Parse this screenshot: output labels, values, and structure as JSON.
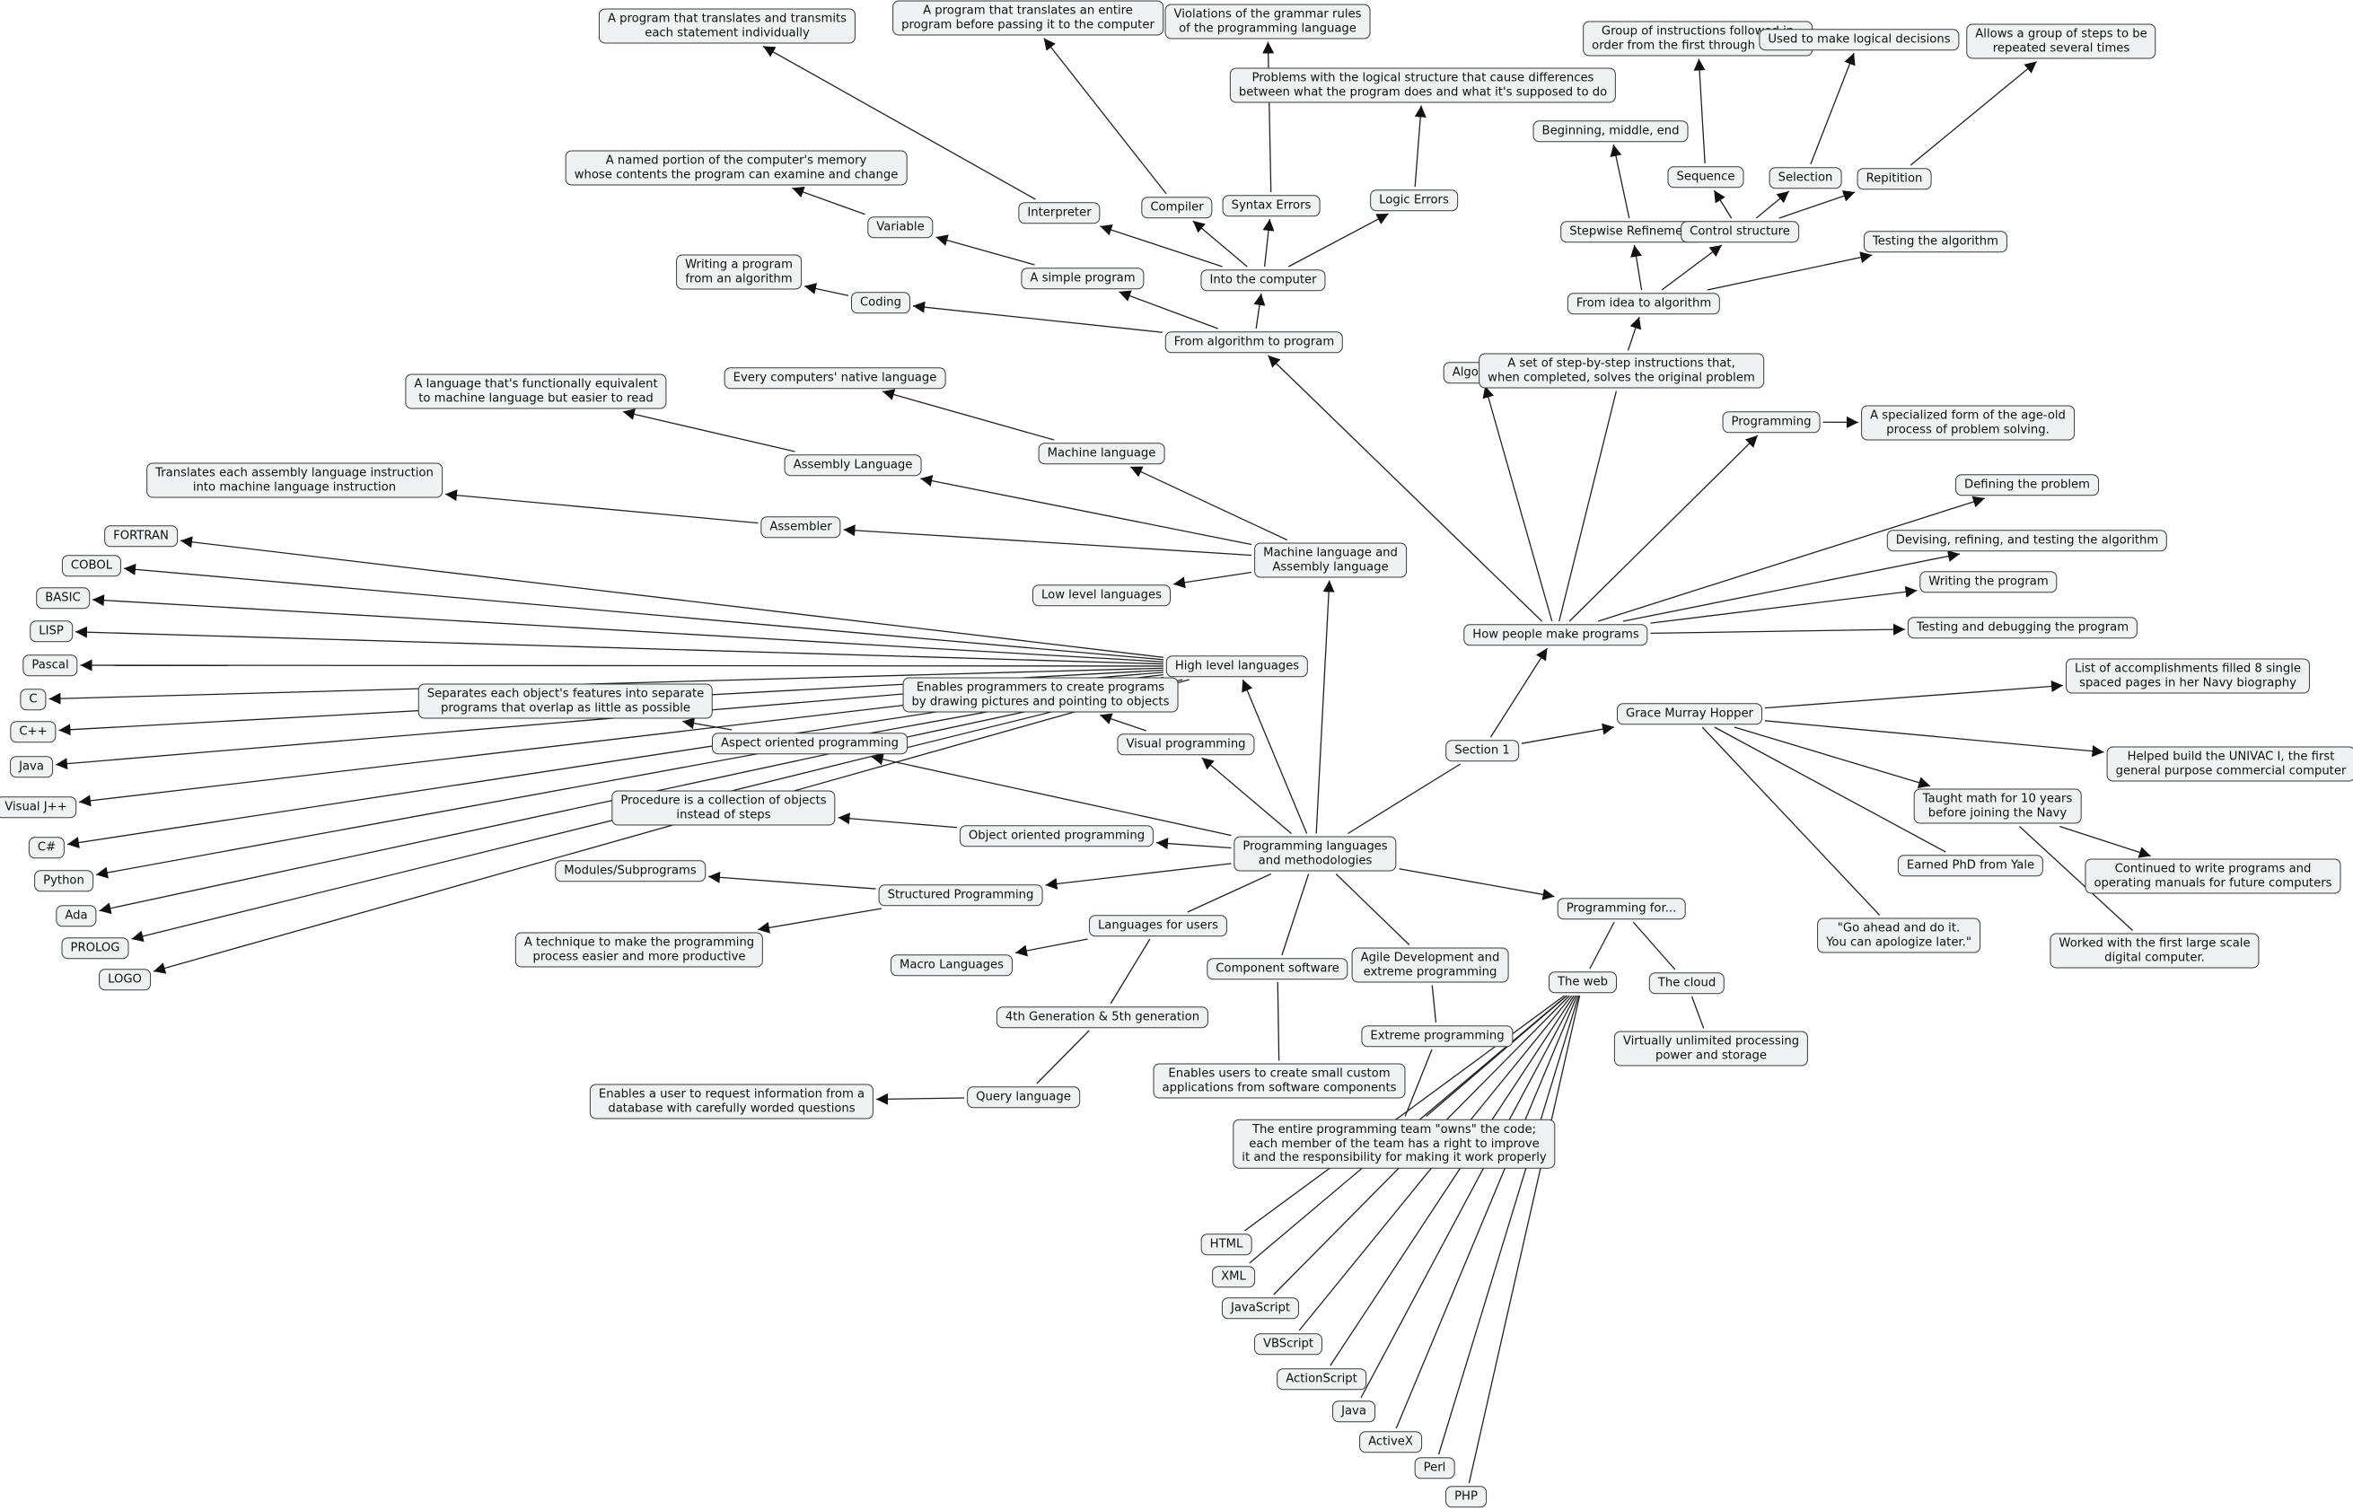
{
  "nodes": [
    {
      "id": "center",
      "text": "Programming languages\nand methodologies"
    },
    {
      "id": "section1",
      "text": "Section 1"
    },
    {
      "id": "how",
      "text": "How people make programs"
    },
    {
      "id": "algorithm",
      "text": "Algorithm"
    },
    {
      "id": "algdef",
      "text": "A set of step-by-step instructions that,\nwhen completed, solves the original problem"
    },
    {
      "id": "programming",
      "text": "Programming"
    },
    {
      "id": "progdef",
      "text": "A specialized form of the age-old\nprocess of problem solving."
    },
    {
      "id": "defining",
      "text": "Defining the problem"
    },
    {
      "id": "devising",
      "text": "Devising, refining, and testing the algorithm"
    },
    {
      "id": "writing",
      "text": "Writing the program"
    },
    {
      "id": "testdebug",
      "text": "Testing and debugging the program"
    },
    {
      "id": "idea",
      "text": "From idea to algorithm"
    },
    {
      "id": "stepwise",
      "text": "Stepwise Refinement"
    },
    {
      "id": "bme",
      "text": "Beginning, middle, end"
    },
    {
      "id": "control",
      "text": "Control structure"
    },
    {
      "id": "sequence",
      "text": "Sequence"
    },
    {
      "id": "seqdef",
      "text": "Group of instructions followed in\norder from the first through the last"
    },
    {
      "id": "selection",
      "text": "Selection"
    },
    {
      "id": "seldef",
      "text": "Used to make logical decisions"
    },
    {
      "id": "repetition",
      "text": "Repitition"
    },
    {
      "id": "repdef",
      "text": "Allows a group of steps to be\nrepeated several times"
    },
    {
      "id": "testalg",
      "text": "Testing the algorithm"
    },
    {
      "id": "fromalg",
      "text": "From algorithm to program"
    },
    {
      "id": "coding",
      "text": "Coding"
    },
    {
      "id": "codingdef",
      "text": "Writing a program\nfrom an algorithm"
    },
    {
      "id": "simple",
      "text": "A simple program"
    },
    {
      "id": "variable",
      "text": "Variable"
    },
    {
      "id": "vardef",
      "text": "A named portion of the computer's memory\nwhose contents the program can examine and change"
    },
    {
      "id": "into",
      "text": "Into the computer"
    },
    {
      "id": "interpreter",
      "text": "Interpreter"
    },
    {
      "id": "interpdef",
      "text": "A program that translates and transmits\neach statement individually"
    },
    {
      "id": "compiler",
      "text": "Compiler"
    },
    {
      "id": "compdef",
      "text": "A program that translates an entire\nprogram before passing it to the computer"
    },
    {
      "id": "syntax",
      "text": "Syntax Errors"
    },
    {
      "id": "syndef",
      "text": "Violations of the grammar rules\nof the programming language"
    },
    {
      "id": "logic",
      "text": "Logic Errors"
    },
    {
      "id": "logicdef",
      "text": "Problems with the logical structure that cause differences\nbetween what the program does and what it's supposed to do"
    },
    {
      "id": "mlal",
      "text": "Machine language and\nAssembly language"
    },
    {
      "id": "machine",
      "text": "Machine language"
    },
    {
      "id": "machdef",
      "text": "Every computers' native language"
    },
    {
      "id": "assembly",
      "text": "Assembly Language"
    },
    {
      "id": "asmdef",
      "text": "A language that's functionally equivalent\nto machine language but easier to read"
    },
    {
      "id": "assembler",
      "text": "Assembler"
    },
    {
      "id": "assemdef",
      "text": "Translates each assembly language instruction\ninto machine language instruction"
    },
    {
      "id": "lowlevel",
      "text": "Low level languages"
    },
    {
      "id": "highlevel",
      "text": "High level languages"
    },
    {
      "id": "fortran",
      "text": "FORTRAN"
    },
    {
      "id": "cobol",
      "text": "COBOL"
    },
    {
      "id": "basic",
      "text": "BASIC"
    },
    {
      "id": "lisp",
      "text": "LISP"
    },
    {
      "id": "pascal",
      "text": "Pascal"
    },
    {
      "id": "c",
      "text": "C"
    },
    {
      "id": "cpp",
      "text": "C++"
    },
    {
      "id": "java1",
      "text": "Java"
    },
    {
      "id": "vjpp",
      "text": "Visual J++"
    },
    {
      "id": "csharp",
      "text": "C#"
    },
    {
      "id": "python",
      "text": "Python"
    },
    {
      "id": "ada",
      "text": "Ada"
    },
    {
      "id": "prolog",
      "text": "PROLOG"
    },
    {
      "id": "logo",
      "text": "LOGO"
    },
    {
      "id": "separates",
      "text": "Separates each object's features into separate\nprograms that overlap as little as possible"
    },
    {
      "id": "enables",
      "text": "Enables programmers to create programs\nby drawing pictures and pointing to objects"
    },
    {
      "id": "aspect",
      "text": "Aspect oriented programming"
    },
    {
      "id": "visual",
      "text": "Visual programming"
    },
    {
      "id": "procedure",
      "text": "Procedure is a collection of objects\ninstead of steps"
    },
    {
      "id": "oop",
      "text": "Object oriented programming"
    },
    {
      "id": "modules",
      "text": "Modules/Subprograms"
    },
    {
      "id": "structured",
      "text": "Structured Programming"
    },
    {
      "id": "technique",
      "text": "A technique to make the programming\nprocess easier and more productive"
    },
    {
      "id": "langusers",
      "text": "Languages for users"
    },
    {
      "id": "macro",
      "text": "Macro Languages"
    },
    {
      "id": "gen45",
      "text": "4th Generation & 5th generation"
    },
    {
      "id": "query",
      "text": "Query language"
    },
    {
      "id": "querydef",
      "text": "Enables a user to request information from a\ndatabase with carefully worded questions"
    },
    {
      "id": "component",
      "text": "Component software"
    },
    {
      "id": "compsoftdef",
      "text": "Enables users to create small custom\napplications from software components"
    },
    {
      "id": "agile",
      "text": "Agile Development and\nextreme programming"
    },
    {
      "id": "extreme",
      "text": "Extreme programming"
    },
    {
      "id": "owns",
      "text": "The entire programming team \"owns\" the code;\neach member of the team has a right to improve\nit and the responsibility for making it work properly"
    },
    {
      "id": "progfor",
      "text": "Programming for..."
    },
    {
      "id": "web",
      "text": "The web"
    },
    {
      "id": "cloud",
      "text": "The cloud"
    },
    {
      "id": "clouddef",
      "text": "Virtually unlimited processing\npower and storage"
    },
    {
      "id": "html",
      "text": "HTML"
    },
    {
      "id": "xml",
      "text": "XML"
    },
    {
      "id": "javascript",
      "text": "JavaScript"
    },
    {
      "id": "vbscript",
      "text": "VBScript"
    },
    {
      "id": "actionscript",
      "text": "ActionScript"
    },
    {
      "id": "java2",
      "text": "Java"
    },
    {
      "id": "activex",
      "text": "ActiveX"
    },
    {
      "id": "perl",
      "text": "Perl"
    },
    {
      "id": "php",
      "text": "PHP"
    },
    {
      "id": "hopper",
      "text": "Grace Murray Hopper"
    },
    {
      "id": "list",
      "text": "List of accomplishments filled 8 single\nspaced pages in her Navy biography"
    },
    {
      "id": "univac",
      "text": "Helped build the UNIVAC I, the first\ngeneral purpose commercial computer"
    },
    {
      "id": "taught",
      "text": "Taught math for 10 years\nbefore joining the Navy"
    },
    {
      "id": "continued",
      "text": "Continued to write programs and\noperating manuals for future computers"
    },
    {
      "id": "phd",
      "text": "Earned PhD from Yale"
    },
    {
      "id": "goahead",
      "text": "\"Go ahead and do it.\nYou can apologize later.\""
    },
    {
      "id": "worked",
      "text": "Worked with the first large scale\ndigital computer."
    }
  ],
  "edges": [
    [
      "center",
      "section1",
      false
    ],
    [
      "section1",
      "how",
      true
    ],
    [
      "section1",
      "hopper",
      true
    ],
    [
      "how",
      "algorithm",
      true
    ],
    [
      "how",
      "algdef",
      false
    ],
    [
      "algorithm",
      "algdef",
      true
    ],
    [
      "how",
      "programming",
      true
    ],
    [
      "programming",
      "progdef",
      true
    ],
    [
      "how",
      "defining",
      true
    ],
    [
      "how",
      "devising",
      true
    ],
    [
      "how",
      "writing",
      true
    ],
    [
      "how",
      "testdebug",
      true
    ],
    [
      "algdef",
      "idea",
      true
    ],
    [
      "idea",
      "stepwise",
      true
    ],
    [
      "stepwise",
      "bme",
      true
    ],
    [
      "idea",
      "control",
      true
    ],
    [
      "control",
      "sequence",
      true
    ],
    [
      "sequence",
      "seqdef",
      true
    ],
    [
      "control",
      "selection",
      true
    ],
    [
      "selection",
      "seldef",
      true
    ],
    [
      "control",
      "repetition",
      true
    ],
    [
      "repetition",
      "repdef",
      true
    ],
    [
      "idea",
      "testalg",
      true
    ],
    [
      "how",
      "fromalg",
      true
    ],
    [
      "fromalg",
      "coding",
      true
    ],
    [
      "coding",
      "codingdef",
      true
    ],
    [
      "fromalg",
      "simple",
      true
    ],
    [
      "simple",
      "variable",
      true
    ],
    [
      "variable",
      "vardef",
      true
    ],
    [
      "fromalg",
      "into",
      true
    ],
    [
      "into",
      "interpreter",
      true
    ],
    [
      "interpreter",
      "interpdef",
      true
    ],
    [
      "into",
      "compiler",
      true
    ],
    [
      "compiler",
      "compdef",
      true
    ],
    [
      "into",
      "syntax",
      true
    ],
    [
      "syntax",
      "syndef",
      true
    ],
    [
      "into",
      "logic",
      true
    ],
    [
      "logic",
      "logicdef",
      true
    ],
    [
      "center",
      "mlal",
      true
    ],
    [
      "mlal",
      "machine",
      true
    ],
    [
      "machine",
      "machdef",
      true
    ],
    [
      "mlal",
      "assembly",
      true
    ],
    [
      "assembly",
      "asmdef",
      true
    ],
    [
      "mlal",
      "assembler",
      true
    ],
    [
      "assembler",
      "assemdef",
      true
    ],
    [
      "mlal",
      "lowlevel",
      true
    ],
    [
      "center",
      "highlevel",
      true
    ],
    [
      "highlevel",
      "fortran",
      true
    ],
    [
      "highlevel",
      "cobol",
      true
    ],
    [
      "highlevel",
      "basic",
      true
    ],
    [
      "highlevel",
      "lisp",
      true
    ],
    [
      "highlevel",
      "pascal",
      true
    ],
    [
      "highlevel",
      "c",
      true
    ],
    [
      "highlevel",
      "cpp",
      true
    ],
    [
      "highlevel",
      "java1",
      true
    ],
    [
      "highlevel",
      "vjpp",
      true
    ],
    [
      "highlevel",
      "csharp",
      true
    ],
    [
      "highlevel",
      "python",
      true
    ],
    [
      "highlevel",
      "ada",
      true
    ],
    [
      "highlevel",
      "prolog",
      true
    ],
    [
      "highlevel",
      "logo",
      true
    ],
    [
      "center",
      "visual",
      true
    ],
    [
      "visual",
      "enables",
      true
    ],
    [
      "center",
      "aspect",
      true
    ],
    [
      "aspect",
      "separates",
      true
    ],
    [
      "center",
      "oop",
      true
    ],
    [
      "oop",
      "procedure",
      true
    ],
    [
      "center",
      "structured",
      true
    ],
    [
      "structured",
      "modules",
      true
    ],
    [
      "structured",
      "technique",
      true
    ],
    [
      "center",
      "langusers",
      false
    ],
    [
      "langusers",
      "macro",
      true
    ],
    [
      "langusers",
      "gen45",
      false
    ],
    [
      "gen45",
      "query",
      false
    ],
    [
      "query",
      "querydef",
      true
    ],
    [
      "center",
      "component",
      false
    ],
    [
      "component",
      "compsoftdef",
      false
    ],
    [
      "center",
      "agile",
      false
    ],
    [
      "agile",
      "extreme",
      false
    ],
    [
      "extreme",
      "owns",
      false
    ],
    [
      "center",
      "progfor",
      true
    ],
    [
      "progfor",
      "web",
      false
    ],
    [
      "progfor",
      "cloud",
      false
    ],
    [
      "cloud",
      "clouddef",
      false
    ],
    [
      "web",
      "owns",
      false
    ],
    [
      "web",
      "html",
      false
    ],
    [
      "web",
      "xml",
      false
    ],
    [
      "web",
      "javascript",
      false
    ],
    [
      "web",
      "vbscript",
      false
    ],
    [
      "web",
      "actionscript",
      false
    ],
    [
      "web",
      "java2",
      false
    ],
    [
      "web",
      "activex",
      false
    ],
    [
      "web",
      "perl",
      false
    ],
    [
      "web",
      "php",
      false
    ],
    [
      "hopper",
      "list",
      true
    ],
    [
      "hopper",
      "univac",
      true
    ],
    [
      "hopper",
      "taught",
      true
    ],
    [
      "taught",
      "continued",
      true
    ],
    [
      "hopper",
      "phd",
      false
    ],
    [
      "hopper",
      "goahead",
      false
    ],
    [
      "taught",
      "worked",
      false
    ]
  ]
}
